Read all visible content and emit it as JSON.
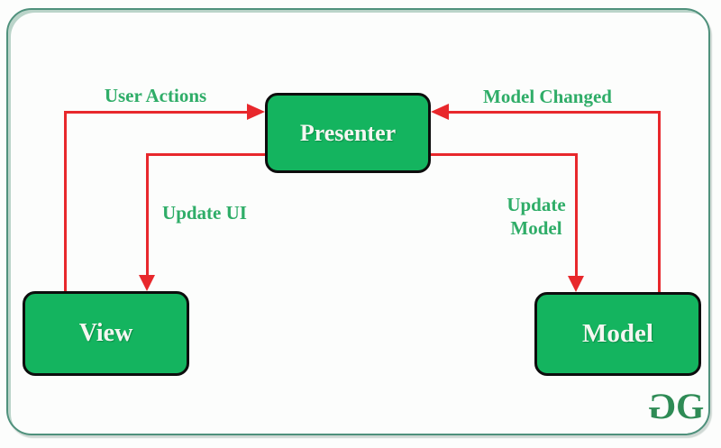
{
  "diagram": {
    "type": "architecture-flow",
    "pattern": "Model-View-Presenter",
    "nodes": {
      "presenter": {
        "label": "Presenter"
      },
      "view": {
        "label": "View"
      },
      "model": {
        "label": "Model"
      }
    },
    "edges": {
      "user_actions": {
        "label": "User Actions",
        "from": "View",
        "to": "Presenter"
      },
      "model_changed": {
        "label": "Model Changed",
        "from": "Model",
        "to": "Presenter"
      },
      "update_ui": {
        "label": "Update UI",
        "from": "Presenter",
        "to": "View"
      },
      "update_model": {
        "label": "Update\nModel",
        "from": "Presenter",
        "to": "Model"
      }
    },
    "logo": {
      "g1": "G",
      "g2": "G"
    },
    "colors": {
      "box_green": "#14b45f",
      "label_green": "#2fad68",
      "arrow_red": "#e8282c",
      "frame_teal": "#4f917c",
      "logo_green": "#2e8b55",
      "box_text": "#f4f7f1",
      "background": "#fcfdfc"
    }
  }
}
